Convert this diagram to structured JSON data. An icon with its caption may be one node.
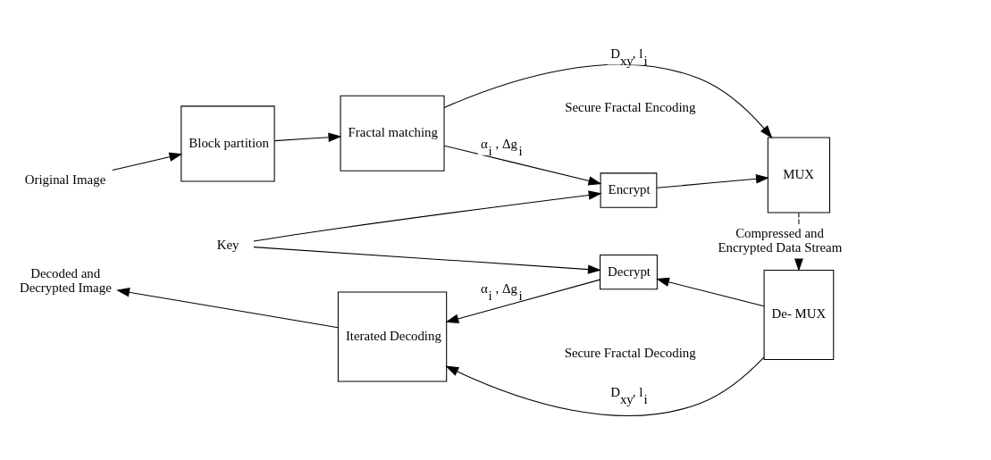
{
  "diagram": {
    "nodes": [
      {
        "text": [
          "Original Image"
        ]
      },
      {
        "text": [
          "Block partition"
        ]
      },
      {
        "text": [
          "Fractal matching"
        ]
      },
      {
        "text": [
          "Encrypt"
        ]
      },
      {
        "text": [
          "MUX"
        ]
      },
      {
        "text": [
          "Key"
        ]
      },
      {
        "text": [
          "De- MUX"
        ]
      },
      {
        "text": [
          "Decrypt"
        ]
      },
      {
        "text": [
          "Iterated Decoding"
        ]
      },
      {
        "text": [
          "Decoded and Decrypted Image"
        ]
      }
    ],
    "edges": [
      {
        "from": 0,
        "to": 1,
        "arrow": "to"
      },
      {
        "from": 1,
        "to": 2,
        "arrow": "to"
      },
      {
        "from": 2,
        "to": 4,
        "arrow": "to",
        "label": "D$_{xy}$, l$_{i}$"
      },
      {
        "from": 2,
        "to": 3,
        "arrow": "to",
        "label": "α$_{i}$ , Δg$_{i}$"
      },
      {
        "from": 3,
        "to": 4,
        "arrow": "to"
      },
      {
        "from": 4,
        "to": 6,
        "arrow": "to",
        "style": "dashed",
        "label": "Compressed and Encrypted Data Stream"
      },
      {
        "from": 5,
        "to": 3,
        "arrow": "to"
      },
      {
        "from": 5,
        "to": 7,
        "arrow": "to"
      },
      {
        "from": 6,
        "to": 8,
        "arrow": "to",
        "label": "D$_{xy}$, l$_{i}$"
      },
      {
        "from": 6,
        "to": 7,
        "arrow": "to"
      },
      {
        "from": 7,
        "to": 8,
        "arrow": "to",
        "label": "α$_{i}$ , Δg$_{i}$"
      },
      {
        "from": 8,
        "to": 9,
        "arrow": "to"
      }
    ],
    "labels": [
      "Secure Fractal Encoding",
      "Secure Fractal Decoding"
    ]
  }
}
